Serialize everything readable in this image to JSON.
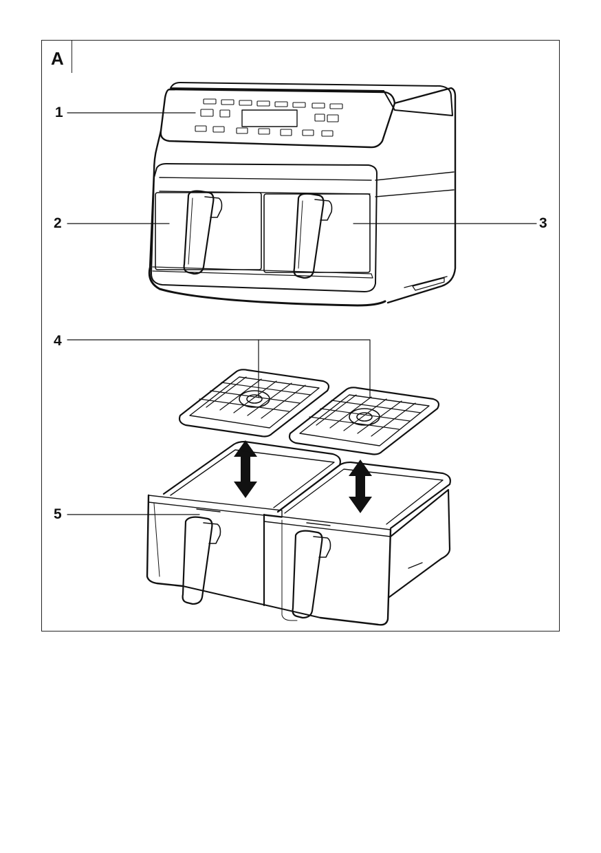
{
  "figure": {
    "label": "A"
  },
  "callouts": [
    {
      "id": "1",
      "text": "1"
    },
    {
      "id": "2",
      "text": "2"
    },
    {
      "id": "3",
      "text": "3"
    },
    {
      "id": "4",
      "text": "4"
    },
    {
      "id": "5",
      "text": "5"
    }
  ]
}
